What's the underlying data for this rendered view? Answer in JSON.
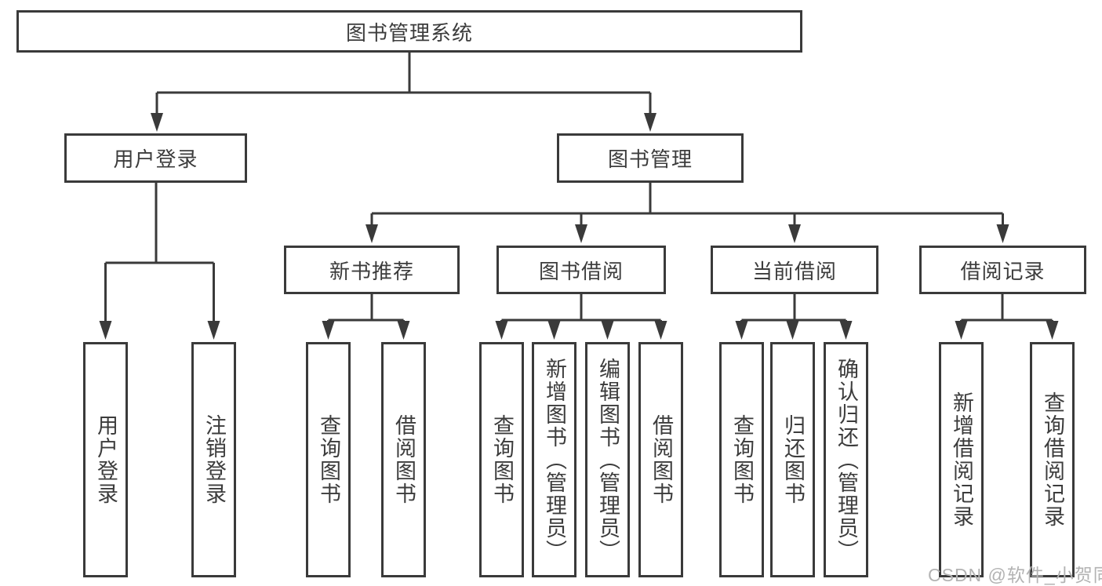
{
  "diagram": {
    "root": {
      "label": "图书管理系统"
    },
    "branches": [
      {
        "label": "用户登录",
        "children": [
          {
            "label": "用户登录"
          },
          {
            "label": "注销登录"
          }
        ]
      },
      {
        "label": "图书管理",
        "children": [
          {
            "label": "新书推荐",
            "children": [
              {
                "label": "查询图书"
              },
              {
                "label": "借阅图书"
              }
            ]
          },
          {
            "label": "图书借阅",
            "children": [
              {
                "label": "查询图书"
              },
              {
                "label": "新增图书（管理员）"
              },
              {
                "label": "编辑图书（管理员）"
              },
              {
                "label": "借阅图书"
              }
            ]
          },
          {
            "label": "当前借阅",
            "children": [
              {
                "label": "查询图书"
              },
              {
                "label": "归还图书"
              },
              {
                "label": "确认归还（管理员）"
              }
            ]
          },
          {
            "label": "借阅记录",
            "children": [
              {
                "label": "新增借阅记录"
              },
              {
                "label": "查询借阅记录"
              }
            ]
          }
        ]
      }
    ]
  },
  "watermark": {
    "text": "CSDN @软件_小贺同学"
  },
  "colors": {
    "line": "#3a3a3a",
    "text": "#3c3c3c",
    "watermark": "#b3b3b3",
    "background": "#ffffff"
  }
}
